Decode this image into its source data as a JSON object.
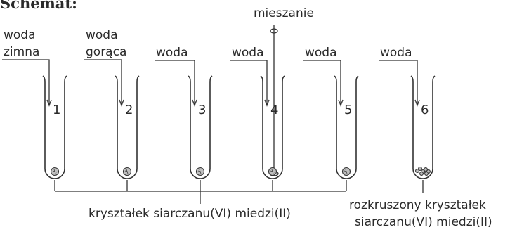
{
  "title": "Schemat:",
  "stirring_label": "mieszanie",
  "tubes": [
    {
      "number": "1",
      "label_lines": [
        "woda",
        "zimna"
      ],
      "crystal": "whole",
      "stirrer": false
    },
    {
      "number": "2",
      "label_lines": [
        "woda",
        "gorąca"
      ],
      "crystal": "whole",
      "stirrer": false
    },
    {
      "number": "3",
      "label_lines": [
        "woda"
      ],
      "crystal": "whole",
      "stirrer": false
    },
    {
      "number": "4",
      "label_lines": [
        "woda"
      ],
      "crystal": "whole",
      "stirrer": true
    },
    {
      "number": "5",
      "label_lines": [
        "woda"
      ],
      "crystal": "whole",
      "stirrer": false
    },
    {
      "number": "6",
      "label_lines": [
        "woda"
      ],
      "crystal": "crushed",
      "stirrer": false
    }
  ],
  "crystal_caption": "kryształek siarczanu(VI) miedzi(II)",
  "crushed_caption_lines": [
    "rozkruszony kryształek",
    "siarczanu(VI) miedzi(II)"
  ]
}
